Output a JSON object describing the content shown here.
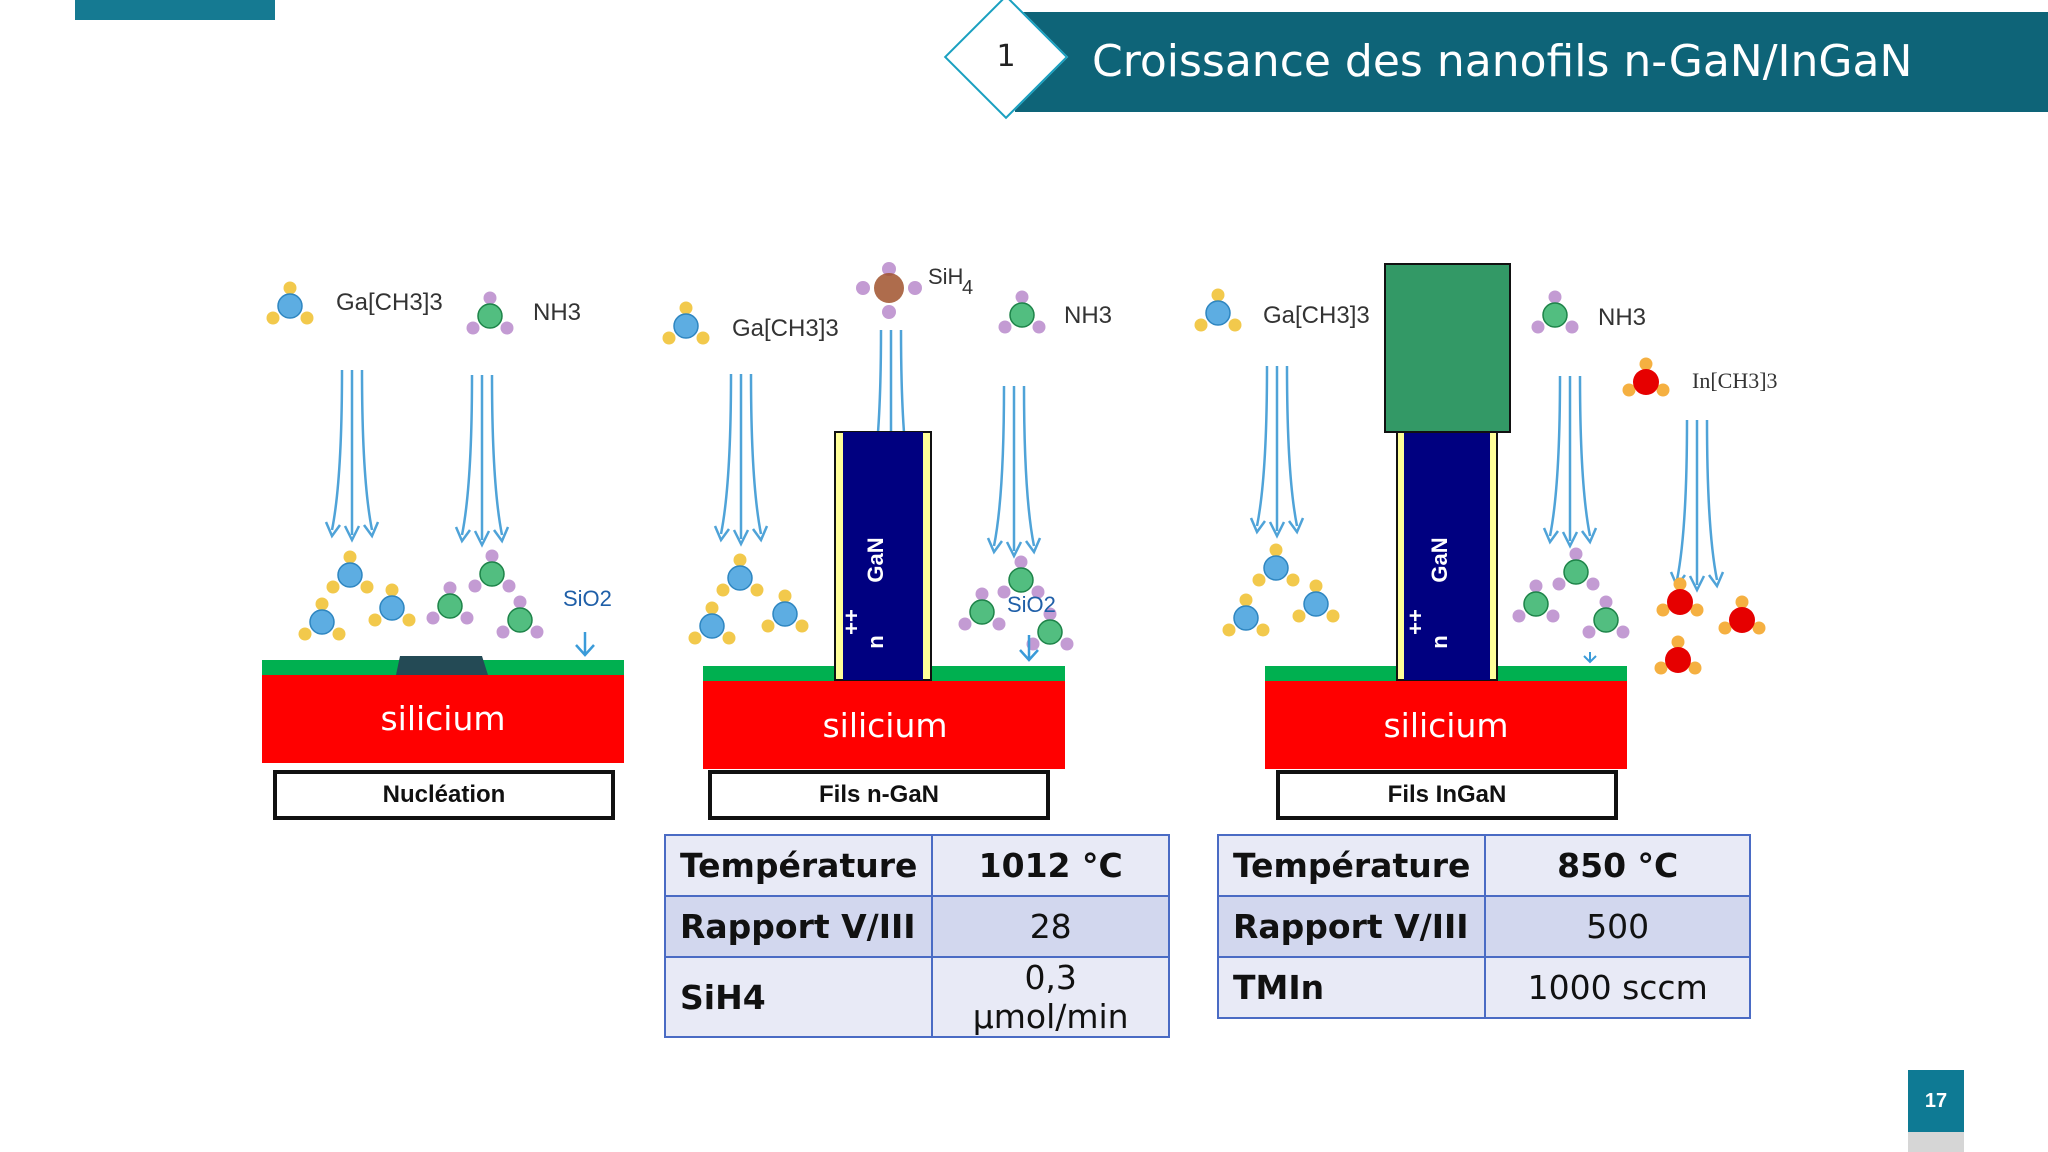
{
  "header": {
    "section_number": "1",
    "title": "Croissance des nanofils n-GaN/InGaN"
  },
  "colors": {
    "header_bg": "#0e6478",
    "accent": "#1aa0c0",
    "substrate": "#ff0000",
    "sio2_layer": "#00b050",
    "nanowire": "#000080",
    "ingan_cap": "#339966",
    "arrow": "#4fa3d8"
  },
  "stages": [
    {
      "label": "Nucléation",
      "substrate": "silicium",
      "sio2": "SiO2",
      "precursors": [
        "Ga[CH3]3",
        "NH3"
      ]
    },
    {
      "label": "Fils n-GaN",
      "substrate": "silicium",
      "sio2": "SiO2",
      "precursors": [
        "Ga[CH3]3",
        "SiH",
        "4",
        "NH3"
      ],
      "wire_label": "n ++ GaN"
    },
    {
      "label": "Fils InGaN",
      "substrate": "silicium",
      "precursors": [
        "Ga[CH3]3",
        "NH3",
        "In[CH3]3"
      ],
      "wire_label": "n ++ GaN"
    }
  ],
  "wire_text": {
    "n": "n",
    "pp": "++",
    "gan": "GaN"
  },
  "tables": [
    {
      "rows": [
        {
          "key": "Température",
          "value": "1012 °C"
        },
        {
          "key": "Rapport V/III",
          "value": "28"
        },
        {
          "key": "SiH4",
          "value": "0,3 µmol/min"
        }
      ]
    },
    {
      "rows": [
        {
          "key": "Température",
          "value": "850 °C"
        },
        {
          "key": "Rapport V/III",
          "value": "500"
        },
        {
          "key": "TMIn",
          "value": "1000 sccm"
        }
      ]
    }
  ],
  "page_number": "17",
  "icons": [
    "molecule-icon",
    "arrow-bundle-icon"
  ]
}
